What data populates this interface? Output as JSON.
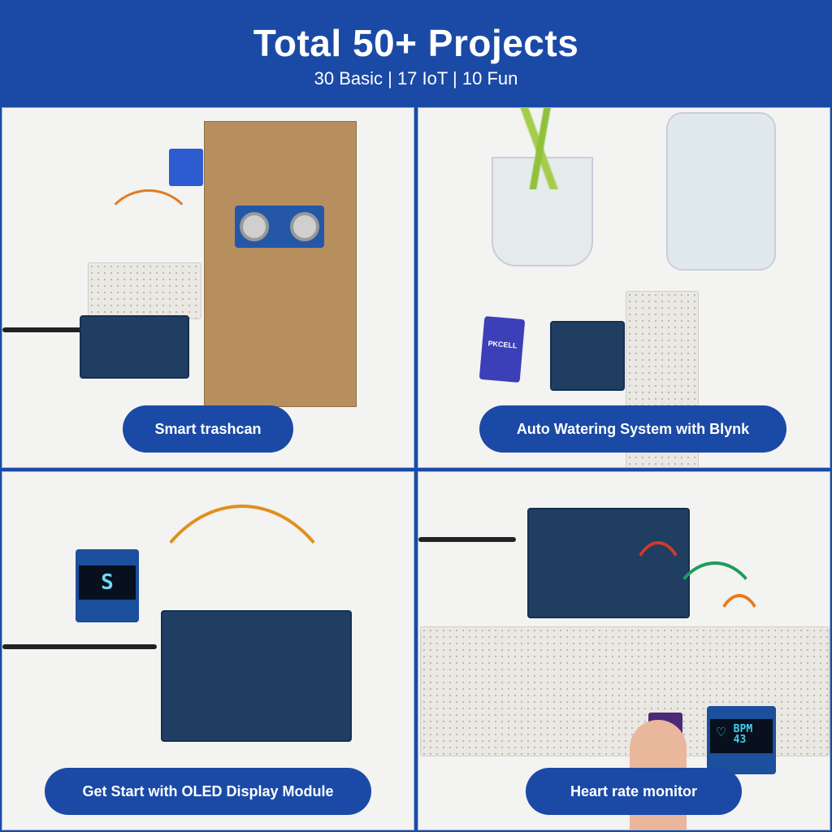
{
  "header": {
    "title": "Total 50+ Projects",
    "subtitle": "30 Basic | 17 IoT | 10 Fun"
  },
  "panels": [
    {
      "label": "Smart trashcan"
    },
    {
      "label": "Auto Watering System with Blynk",
      "battery_brand": "PKCELL"
    },
    {
      "label": "Get Start with OLED Display Module"
    },
    {
      "label": "Heart rate monitor",
      "oled_text": "BPM",
      "oled_value": "43"
    }
  ],
  "colors": {
    "brand": "#1b4aa6"
  }
}
